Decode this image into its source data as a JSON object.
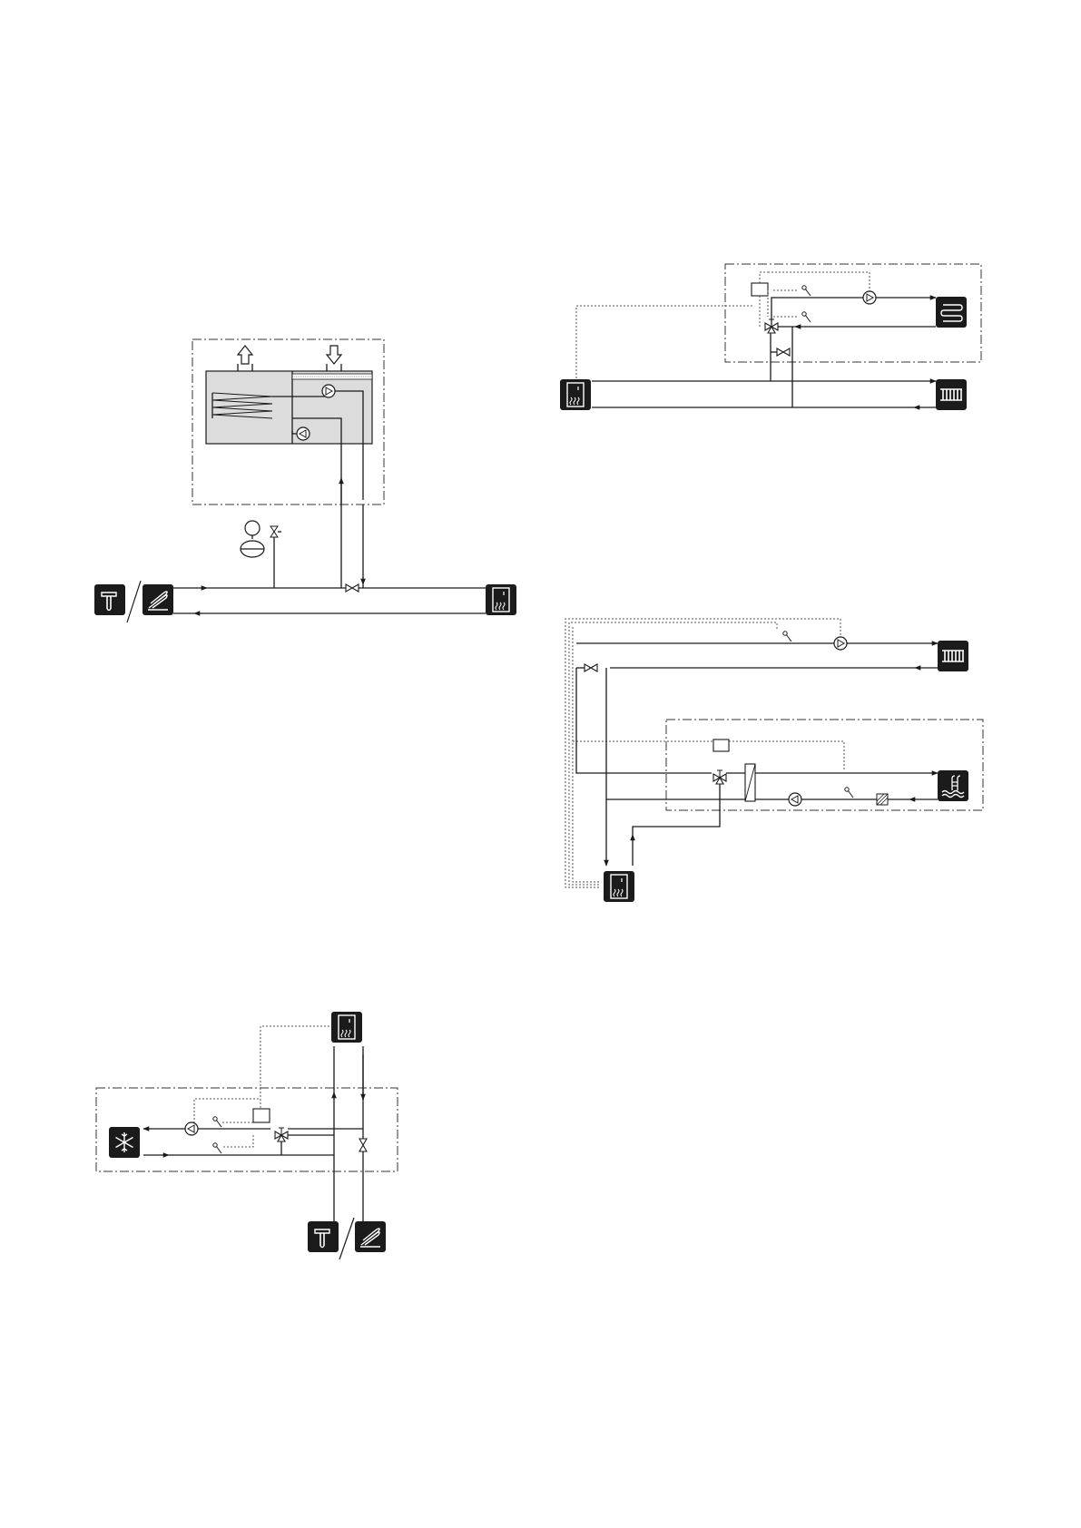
{
  "page": {
    "background": "#ffffff",
    "line_color": "#1a1a1a",
    "unit_box_color": "#1b1b1b",
    "tank_fill": "#dcdcdc"
  },
  "diagrams": [
    {
      "id": "ventilation-recovery",
      "icons": [
        "ground-source-icon",
        "ground-collector-icon",
        "heat-pump-unit-icon",
        "exhaust-air-out-icon",
        "exhaust-air-in-icon",
        "expansion-vessel-icon"
      ]
    },
    {
      "id": "floor-heating-extra-circuit",
      "icons": [
        "heat-pump-unit-icon",
        "floor-heating-icon",
        "radiator-icon"
      ]
    },
    {
      "id": "pool-heating",
      "icons": [
        "heat-pump-unit-icon",
        "radiator-icon",
        "pool-icon"
      ]
    },
    {
      "id": "cooling",
      "icons": [
        "cooling-snowflake-icon",
        "heat-pump-unit-icon",
        "ground-source-icon",
        "ground-collector-icon"
      ]
    }
  ]
}
